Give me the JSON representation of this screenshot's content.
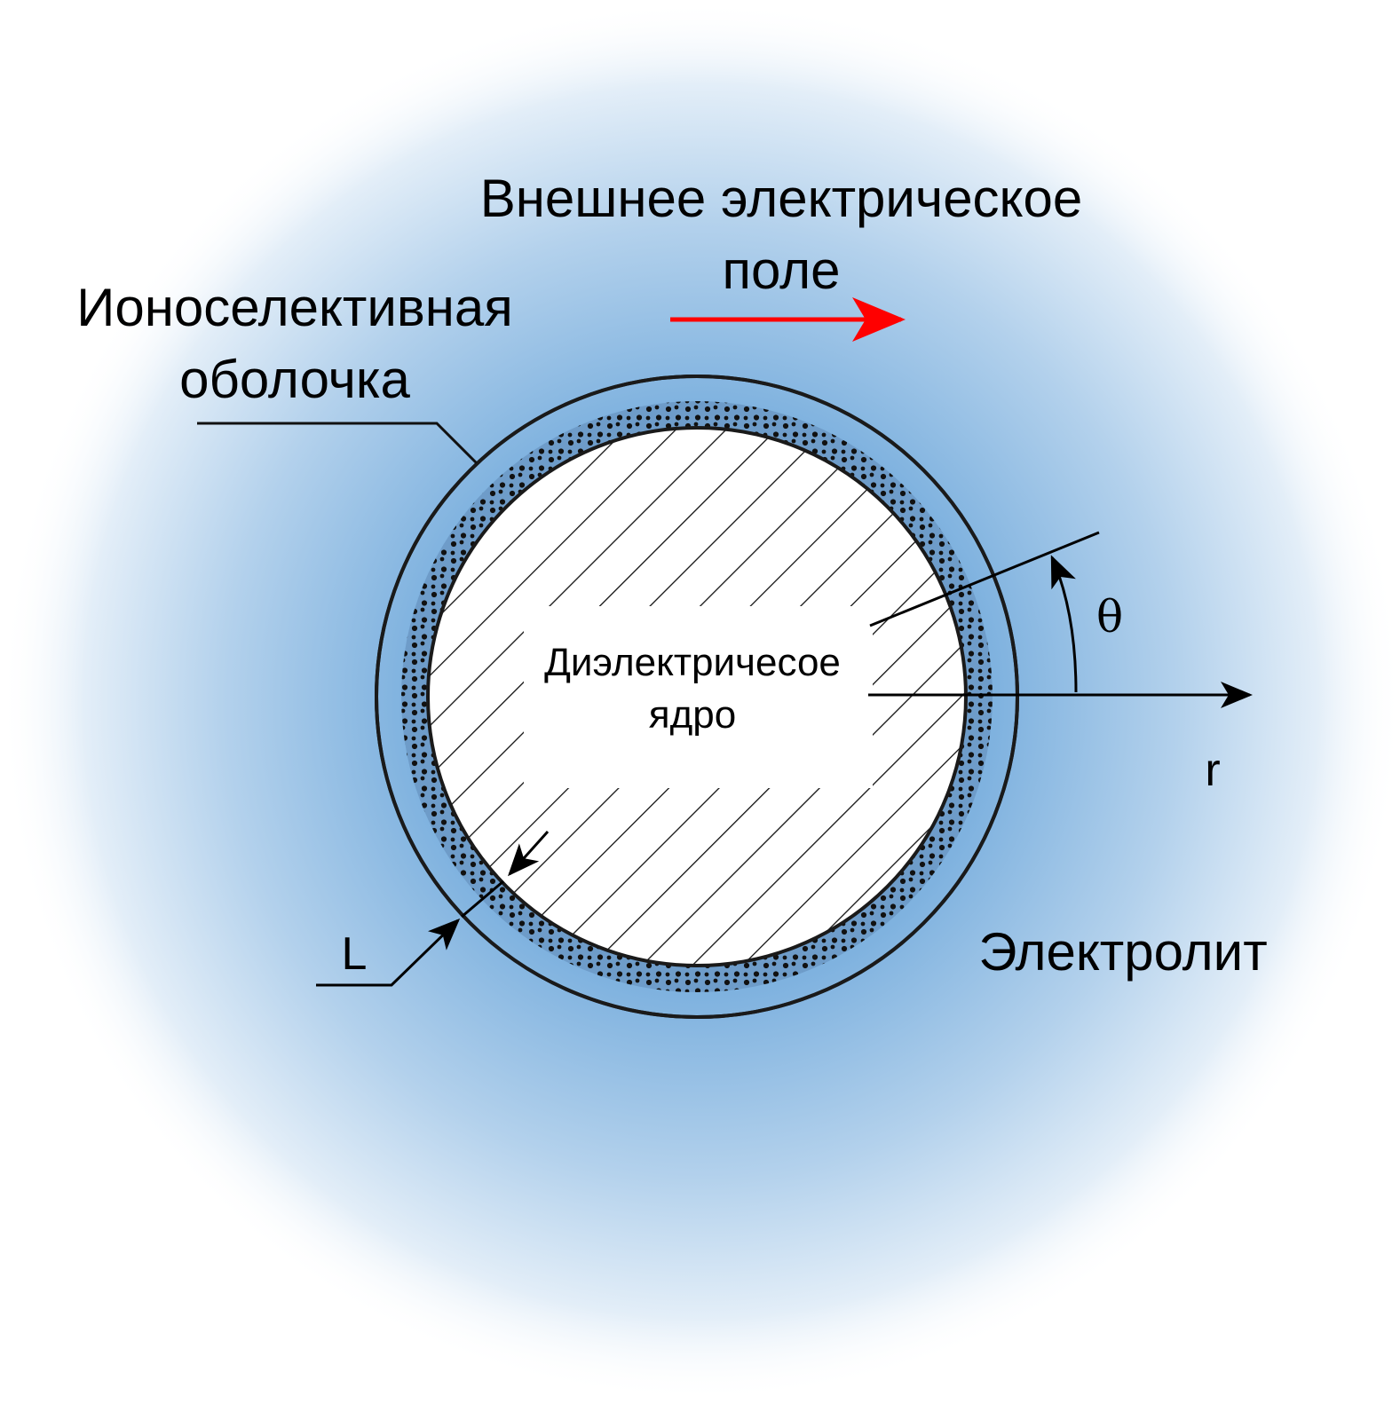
{
  "labels": {
    "field_line1": "Внешнее электрическое",
    "field_line2": "поле",
    "shell_line1": "Ионоселективная",
    "shell_line2": "оболочка",
    "core_line1": "Диэлектричесое",
    "core_line2": "ядро",
    "electrolyte": "Электролит",
    "theta": "θ",
    "r": "r",
    "L": "L"
  },
  "colors": {
    "field_arrow": "#ff0000",
    "electrolyte_glow": "#7fb2df",
    "shell_fill": "#6e9cc9",
    "dots": "#111111",
    "outline": "#1a1a1a"
  }
}
